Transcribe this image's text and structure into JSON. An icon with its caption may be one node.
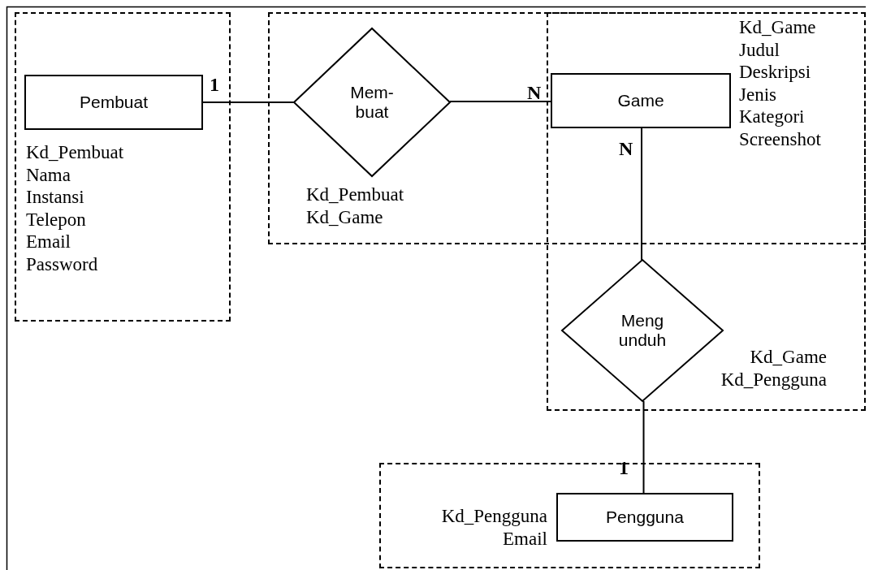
{
  "diagram": {
    "nodes": [
      {
        "text": [],
        "shape": "box"
      },
      {
        "text": [
          "Pembuat"
        ],
        "in": 0,
        "beside": [
          "Kd_Pembuat Nama Instansi Telepon Email Password"
        ]
      },
      {
        "text": [],
        "shape": "box"
      },
      {
        "text": [
          "Mem- buat"
        ],
        "in": 2,
        "beside": [
          "Kd_Pembuat Kd_Game"
        ]
      },
      {
        "text": [],
        "shape": "box"
      },
      {
        "text": [
          "Game"
        ],
        "beside": [
          "Kd_Game Judul Deskripsi Jenis Kategori Screenshot"
        ]
      },
      {
        "text": [
          "Meng unduh"
        ],
        "in": 4,
        "beside": [
          "Kd_Game Kd_Pengguna"
        ]
      },
      {
        "text": [],
        "shape": "box"
      },
      {
        "text": [
          "Pengguna"
        ],
        "in": 7,
        "beside": [
          "Kd_Pengguna Email"
        ]
      }
    ],
    "edges": [
      {
        "from": 1,
        "to": 3,
        "arrow": "none",
        "label": "1"
      },
      {
        "from": 3,
        "to": 5,
        "arrow": "none",
        "label": "N"
      },
      {
        "from": 5,
        "to": 6,
        "arrow": "none",
        "label": "N"
      },
      {
        "from": 6,
        "to": 8,
        "arrow": "none",
        "label": "1"
      }
    ]
  }
}
